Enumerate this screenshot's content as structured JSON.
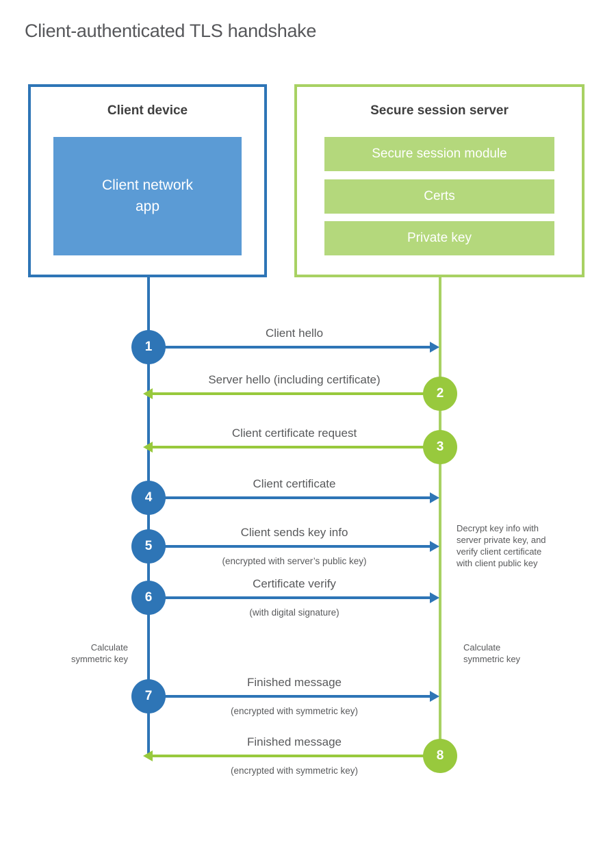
{
  "title": "Client-authenticated TLS handshake",
  "client": {
    "title": "Client device",
    "app_label": "Client network\napp"
  },
  "server": {
    "title": "Secure session server",
    "modules": [
      "Secure session module",
      "Certs",
      "Private key"
    ]
  },
  "steps": [
    {
      "num": "1",
      "label": "Client hello",
      "sub": "",
      "direction": "client-to-server"
    },
    {
      "num": "2",
      "label": "Server hello (including certificate)",
      "sub": "",
      "direction": "server-to-client"
    },
    {
      "num": "3",
      "label": "Client certificate request",
      "sub": "",
      "direction": "server-to-client"
    },
    {
      "num": "4",
      "label": "Client certificate",
      "sub": "",
      "direction": "client-to-server"
    },
    {
      "num": "5",
      "label": "Client sends key info",
      "sub": "(encrypted with server’s public key)",
      "direction": "client-to-server"
    },
    {
      "num": "6",
      "label": "Certificate verify",
      "sub": "(with digital signature)",
      "direction": "client-to-server"
    },
    {
      "num": "7",
      "label": "Finished message",
      "sub": "(encrypted with symmetric key)",
      "direction": "client-to-server"
    },
    {
      "num": "8",
      "label": "Finished message",
      "sub": "(encrypted with symmetric key)",
      "direction": "server-to-client"
    }
  ],
  "notes": {
    "decrypt": "Decrypt key info with\nserver private key, and\nverify client certificate\nwith client public key",
    "calc_left": "Calculate\nsymmetric key",
    "calc_right": "Calculate\nsymmetric key"
  },
  "colors": {
    "client_primary": "#2e75b6",
    "client_fill": "#5b9bd5",
    "server_primary": "#98c93d",
    "server_border": "#a8d163",
    "server_fill": "#b4d87c",
    "heading_text": "#3f3f3f",
    "label_text": "#58595b"
  }
}
